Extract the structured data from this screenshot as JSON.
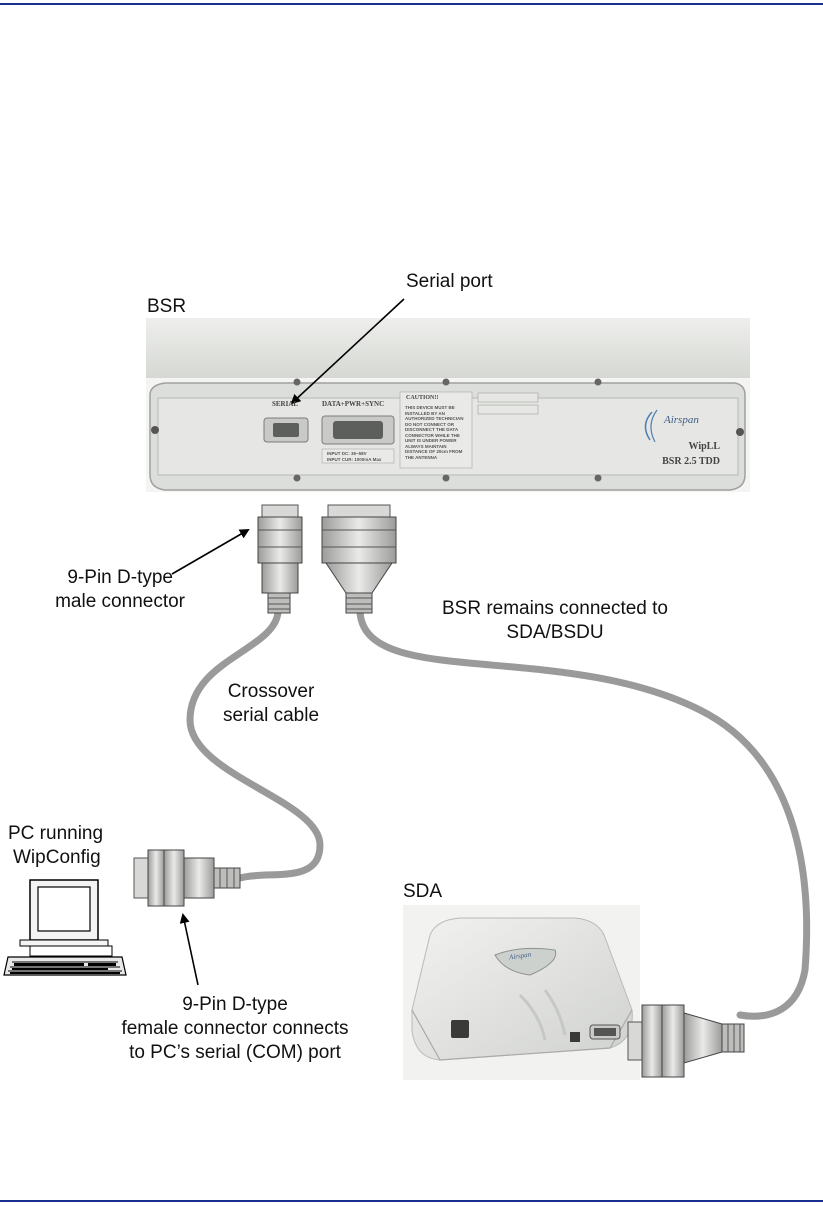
{
  "header_rule_color": "#1b2f8f",
  "labels": {
    "serial_port": "Serial port",
    "bsr": "BSR",
    "male_line1": "9-Pin D-type",
    "male_line2": "male connector",
    "bsr_conn_line1": "BSR remains connected to",
    "bsr_conn_line2": "SDA/BSDU",
    "crossover_line1": "Crossover",
    "crossover_line2": "serial cable",
    "pc_line1": "PC running",
    "pc_line2": "WipConfig",
    "sda": "SDA",
    "female_line1": "9-Pin D-type",
    "female_line2": "female connector connects",
    "female_line3": "to PC’s serial (COM) port"
  },
  "bsr_panel": {
    "serial_label": "SERIAL",
    "data_label": "DATA+PWR+SYNC",
    "caution_title": "CAUTION!!",
    "caution_text": "THIS DEVICE MUST BE\nINSTALLED BY AN\nAUTHORIZED TECHNICIAN\nDO NOT CONNECT OR\nDISCONNECT THE DATA\nCONNECTOR WHILE THE\nUNIT IS UNDER POWER\nALWAYS MAINTAIN\nDISTANCE OF 20cm FROM\nTHE ANTENNA",
    "input_text": "INPUT DC: 36~58V\nINPUT CUR: 1000mA Max",
    "brand": "Airspan",
    "model_line1": "WipLL",
    "model_line2": "BSR 2.5 TDD"
  },
  "sda_device": {
    "brand": "Airspan"
  },
  "colors": {
    "cable": "#9a9a9a",
    "device_body": "#e2e3e0",
    "label_plate": "#cfd3d1"
  }
}
